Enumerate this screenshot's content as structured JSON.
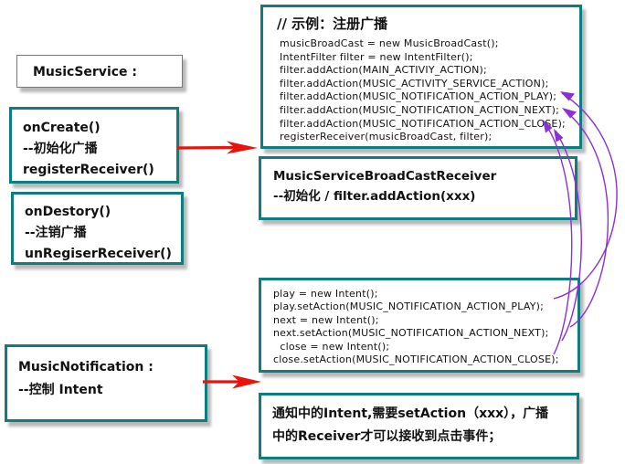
{
  "boxes": {
    "music_service": {
      "label": "MusicService :"
    },
    "on_create": {
      "lines": [
        "onCreate()",
        "--初始化广播",
        "registerReceiver()"
      ]
    },
    "on_destroy": {
      "lines": [
        "onDestory()",
        "--注销广播",
        "unRegiserReceiver()"
      ]
    },
    "music_notification": {
      "lines": [
        "MusicNotification :",
        "--控制 Intent"
      ]
    },
    "register_code": {
      "title": "// 示例：注册广播",
      "code": [
        "musicBroadCast = new MusicBroadCast();",
        "IntentFilter filter = new IntentFilter();",
        "filter.addAction(MAIN_ACTIVIY_ACTION);",
        "filter.addAction(MUSIC_ACTIVITY_SERVICE_ACTION);",
        "filter.addAction(MUSIC_NOTIFICATION_ACTION_PLAY);",
        "filter.addAction(MUSIC_NOTIFICATION_ACTION_NEXT);",
        "filter.addAction(MUSIC_NOTIFICATION_ACTION_CLOSE);",
        "registerReceiver(musicBroadCast, filter);"
      ]
    },
    "receiver": {
      "lines": [
        "MusicServiceBroadCastReceiver",
        "--初始化 / filter.addAction(xxx)"
      ]
    },
    "intent_code": {
      "code": [
        "play = new Intent();",
        "play.setAction(MUSIC_NOTIFICATION_ACTION_PLAY);",
        "next = new Intent();",
        "next.setAction(MUSIC_NOTIFICATION_ACTION_NEXT);",
        "  close = new Intent();",
        "close.setAction(MUSIC_NOTIFICATION_ACTION_CLOSE);"
      ]
    },
    "note": {
      "lines": [
        "通知中的Intent,需要setAction（xxx），广播",
        "中的Receiver才可以接收到点击事件；"
      ]
    }
  },
  "colors": {
    "teal_border": "#0e7d7d",
    "red_arrow": "#e8130c",
    "purple_arrow": "#8b2fd6"
  }
}
